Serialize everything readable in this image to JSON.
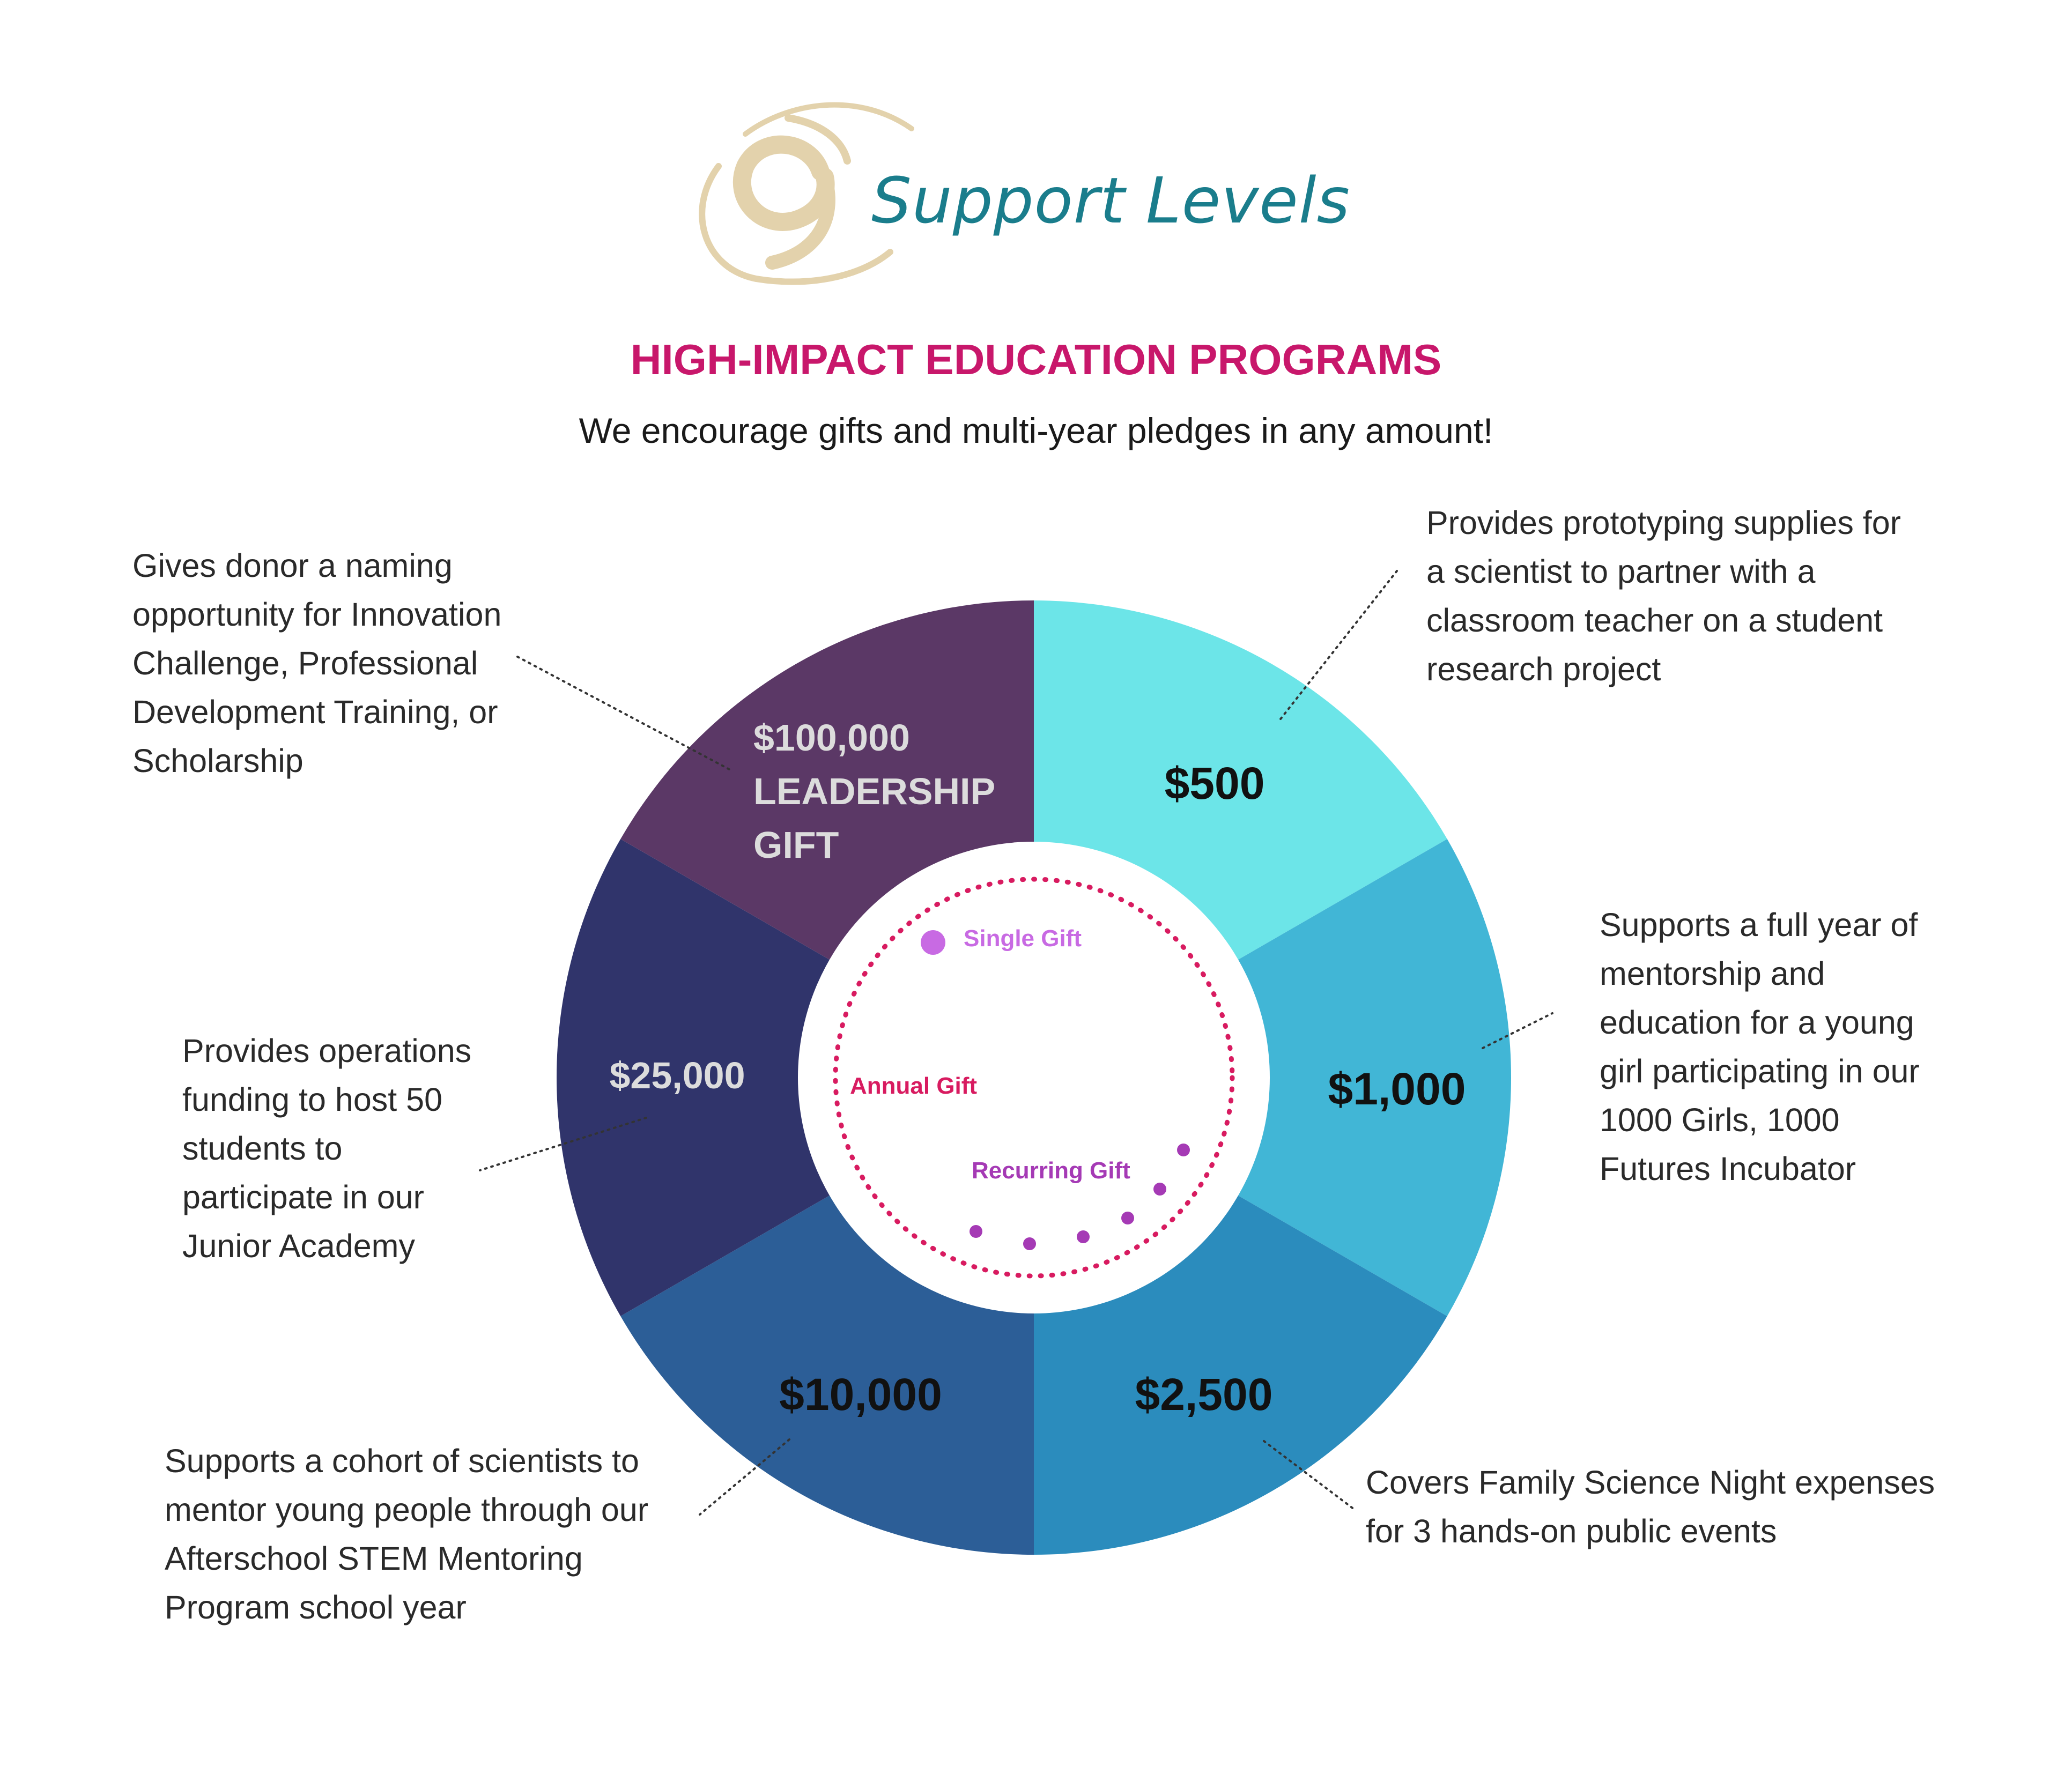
{
  "header": {
    "logo_title": "Support Levels",
    "heading": "HIGH-IMPACT EDUCATION PROGRAMS",
    "subheading": "We encourage gifts and multi-year pledges in any amount!"
  },
  "colors": {
    "logo_swirl": "#e3d2ac",
    "logo_text": "#1a7d8c",
    "heading": "#c8176b",
    "annual_ring": "#d81b60",
    "single_dot": "#c86ae3",
    "recurring_dot": "#a53ab5"
  },
  "levels": [
    {
      "id": "500",
      "amount": "$500",
      "color": "#6ce5e8",
      "label_color": "#111111",
      "description": "Provides prototyping supplies for\na scientist to partner with a\nclassroom teacher on a student\nresearch project"
    },
    {
      "id": "1000",
      "amount": "$1,000",
      "color": "#41b6d6",
      "label_color": "#111111",
      "description": "Supports a full year of\nmentorship and\neducation for a young\ngirl participating in our\n1000 Girls, 1000\nFutures Incubator"
    },
    {
      "id": "2500",
      "amount": "$2,500",
      "color": "#2b8cbd",
      "label_color": "#111111",
      "description": "Covers Family Science Night expenses\nfor 3 hands-on public events"
    },
    {
      "id": "10000",
      "amount": "$10,000",
      "color": "#2c5e97",
      "label_color": "#111111",
      "description": "Supports a cohort of scientists to\nmentor young people through our\nAfterschool STEM Mentoring\nProgram school year"
    },
    {
      "id": "25000",
      "amount": "$25,000",
      "color": "#30346b",
      "label_color": "#dcdcdc",
      "description": "Provides operations\nfunding to host 50\nstudents to\nparticipate in our\nJunior Academy"
    },
    {
      "id": "100000",
      "amount": "$100,000",
      "amount_line2": "LEADERSHIP",
      "amount_line3": "GIFT",
      "color": "#5b3866",
      "label_color": "#dcdcdc",
      "description": "Gives donor a naming\nopportunity for Innovation\nChallenge, Professional\nDevelopment Training, or\nScholarship"
    }
  ],
  "center": {
    "single_gift": "Single Gift",
    "annual_gift": "Annual Gift",
    "recurring_gift": "Recurring Gift"
  }
}
